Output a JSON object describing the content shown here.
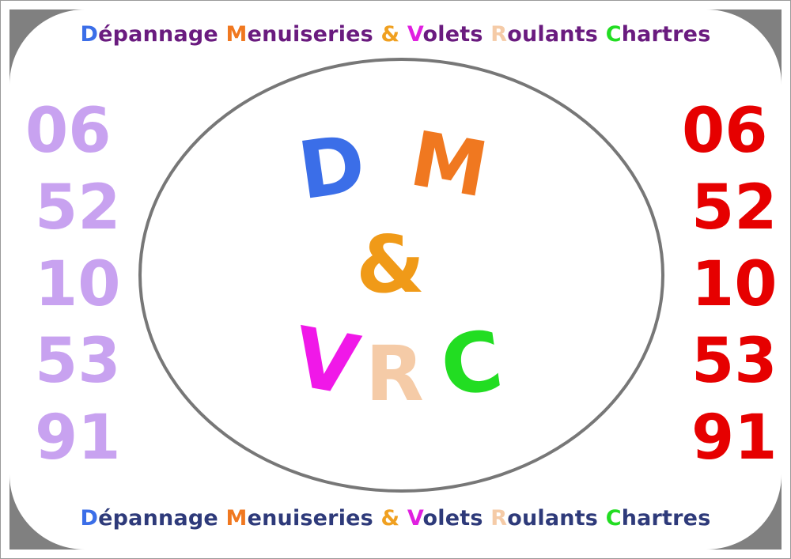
{
  "header_title": [
    {
      "text": "D",
      "color": "#3b6ee8"
    },
    {
      "text": "épannage ",
      "color": "#6a1b7f"
    },
    {
      "text": "M",
      "color": "#f07820"
    },
    {
      "text": "enuiseries ",
      "color": "#6a1b7f"
    },
    {
      "text": "& ",
      "color": "#f0a020"
    },
    {
      "text": "V",
      "color": "#e020e0"
    },
    {
      "text": "olets ",
      "color": "#6a1b7f"
    },
    {
      "text": "R",
      "color": "#f5cba7"
    },
    {
      "text": "oulants ",
      "color": "#6a1b7f"
    },
    {
      "text": "C",
      "color": "#22dd22"
    },
    {
      "text": "hartres",
      "color": "#6a1b7f"
    }
  ],
  "footer_title": [
    {
      "text": "D",
      "color": "#3b6ee8"
    },
    {
      "text": "épannage ",
      "color": "#2e3a7a"
    },
    {
      "text": "M",
      "color": "#f07820"
    },
    {
      "text": "enuiseries ",
      "color": "#2e3a7a"
    },
    {
      "text": "& ",
      "color": "#f0a020"
    },
    {
      "text": "V",
      "color": "#e020e0"
    },
    {
      "text": "olets ",
      "color": "#2e3a7a"
    },
    {
      "text": "R",
      "color": "#f5cba7"
    },
    {
      "text": "oulants ",
      "color": "#2e3a7a"
    },
    {
      "text": "C",
      "color": "#22dd22"
    },
    {
      "text": "hartres",
      "color": "#2e3a7a"
    }
  ],
  "phone_left": [
    "06",
    "52",
    "10",
    "53",
    "91"
  ],
  "phone_right": [
    "06",
    "52",
    "10",
    "53",
    "91"
  ],
  "logo": {
    "d": {
      "text": "D",
      "color": "#3b6ee8"
    },
    "m": {
      "text": "M",
      "color": "#f07820"
    },
    "amp": {
      "text": "&",
      "color": "#f09a18"
    },
    "v": {
      "text": "V",
      "color": "#f018e8"
    },
    "r": {
      "text": "R",
      "color": "#f5cba7"
    },
    "c": {
      "text": "C",
      "color": "#22dd22"
    }
  }
}
